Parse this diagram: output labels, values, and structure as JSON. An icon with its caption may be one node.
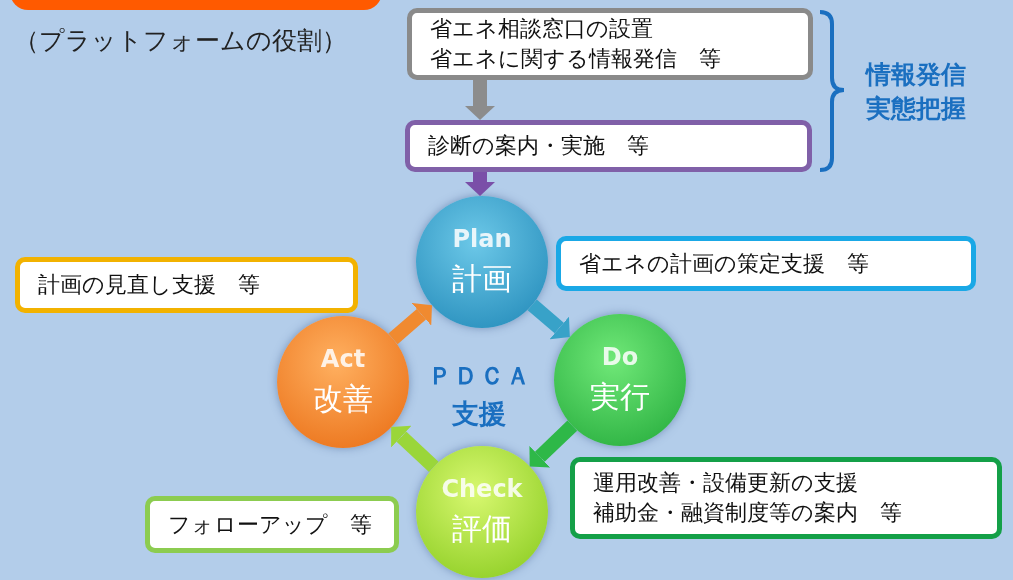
{
  "diagram": {
    "nodes": [
      {
        "text": [
          "省エネ相談窓口の設置",
          "省エネに関する情報発信　等"
        ]
      },
      {
        "text": [
          "診断の案内・実施　等"
        ]
      },
      {
        "text": [
          "Plan",
          "計画"
        ]
      },
      {
        "text": [
          "Do",
          "実行"
        ]
      },
      {
        "text": [
          "Check",
          "評価"
        ]
      },
      {
        "text": [
          "Act",
          "改善"
        ]
      },
      {
        "text": [
          "省エネの計画の策定支援　等"
        ]
      },
      {
        "text": [
          "計画の見直し支援　等"
        ]
      },
      {
        "text": [
          "運用改善・設備更新の支援",
          "補助金・融資制度等の案内　等"
        ]
      },
      {
        "text": [
          "フォローアップ　等"
        ]
      }
    ],
    "edges": [
      {
        "from": 0,
        "to": 1,
        "arrow": "to",
        "color": "#8c8c8c"
      },
      {
        "from": 1,
        "to": 2,
        "arrow": "to",
        "color": "#7a4fa8"
      },
      {
        "from": 2,
        "to": 3,
        "arrow": "to",
        "color": "#38a2c8"
      },
      {
        "from": 3,
        "to": 4,
        "arrow": "to",
        "color": "#2eb848"
      },
      {
        "from": 4,
        "to": 5,
        "arrow": "to",
        "color": "#9ad63a"
      },
      {
        "from": 5,
        "to": 2,
        "arrow": "to",
        "color": "#f08a30"
      }
    ],
    "labels": [
      "（プラットフォームの役割）",
      "情報発信実態把握",
      "ＰＤＣＡ",
      "支援"
    ]
  }
}
